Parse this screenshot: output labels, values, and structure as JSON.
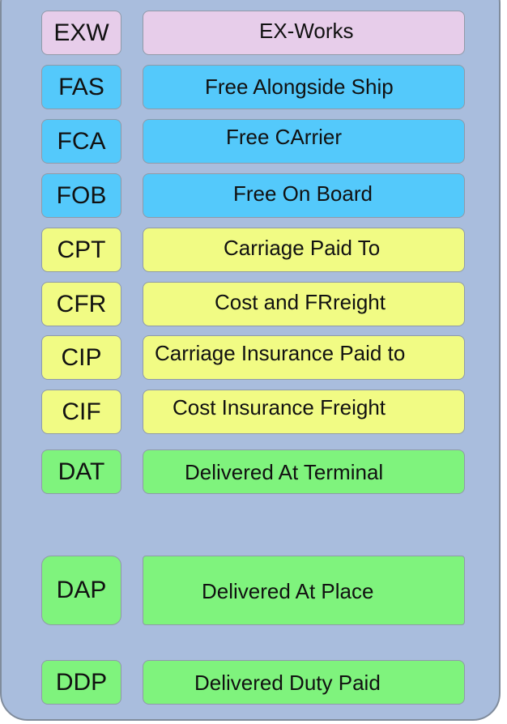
{
  "colors": {
    "panel": "#a9bddd",
    "ex_works": "#e7cdea",
    "f_terms": "#54c9fb",
    "c_terms": "#f1fb84",
    "d_terms": "#7ff37d"
  },
  "incoterms": [
    {
      "code": "EXW",
      "name": "EX-Works",
      "color": "#e7cdea"
    },
    {
      "code": "FAS",
      "name": "Free Alongside Ship",
      "color": "#54c9fb"
    },
    {
      "code": "FCA",
      "name": "Free CArrier",
      "color": "#54c9fb"
    },
    {
      "code": "FOB",
      "name": "Free On Board",
      "color": "#54c9fb"
    },
    {
      "code": "CPT",
      "name": "Carriage Paid To",
      "color": "#f1fb84"
    },
    {
      "code": "CFR",
      "name": "Cost and FRreight",
      "color": "#f1fb84"
    },
    {
      "code": "CIP",
      "name": "Carriage Insurance Paid to",
      "color": "#f1fb84"
    },
    {
      "code": "CIF",
      "name": "Cost Insurance Freight",
      "color": "#f1fb84"
    },
    {
      "code": "DAT",
      "name": "Delivered At Terminal",
      "color": "#7ff37d"
    },
    {
      "code": "DAP",
      "name": "Delivered At Place",
      "color": "#7ff37d"
    },
    {
      "code": "DDP",
      "name": "Delivered Duty Paid",
      "color": "#7ff37d"
    }
  ]
}
